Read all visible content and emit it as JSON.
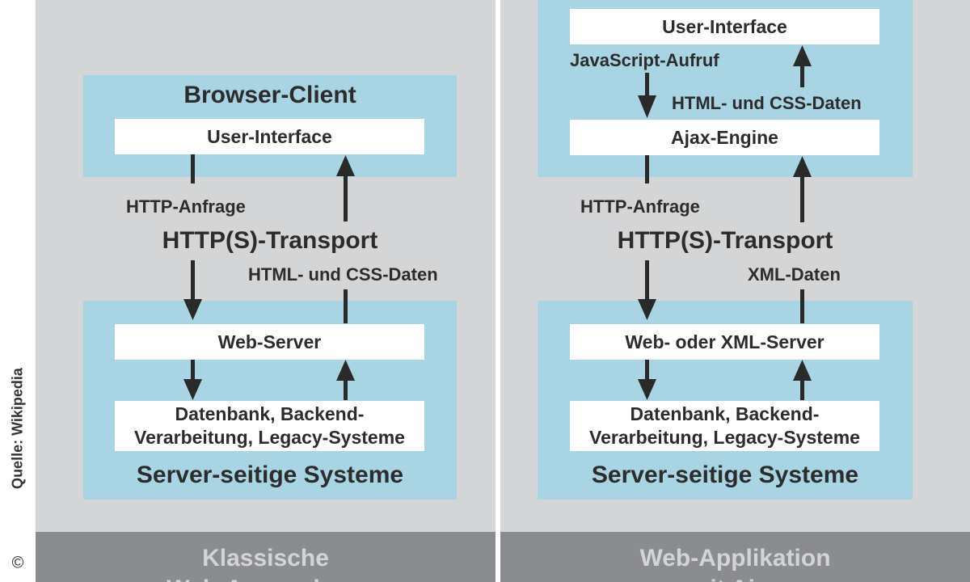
{
  "source_label": "Quelle: Wikipedia",
  "copyright": "©",
  "left": {
    "footer_line1": "Klassische",
    "footer_line2": "Web-Anwendung",
    "client_title": "Browser-Client",
    "ui_box": "User-Interface",
    "request_label": "HTTP-Anfrage",
    "transport": "HTTP(S)-Transport",
    "response_label": "HTML- und CSS-Daten",
    "server_box": "Web-Server",
    "db_box": "Datenbank, Backend-Verarbeitung, Legacy-Systeme",
    "server_title": "Server-seitige Systeme"
  },
  "right": {
    "footer_line1": "Web-Applikation",
    "footer_line2": "mit Ajax",
    "ui_box": "User-Interface",
    "js_call_label": "JavaScript-Aufruf",
    "html_css_label": "HTML- und CSS-Daten",
    "engine_box": "Ajax-Engine",
    "request_label": "HTTP-Anfrage",
    "transport": "HTTP(S)-Transport",
    "response_label": "XML-Daten",
    "server_box": "Web- oder XML-Server",
    "db_box": "Datenbank, Backend-Verarbeitung, Legacy-Systeme",
    "server_title": "Server-seitige Systeme"
  }
}
